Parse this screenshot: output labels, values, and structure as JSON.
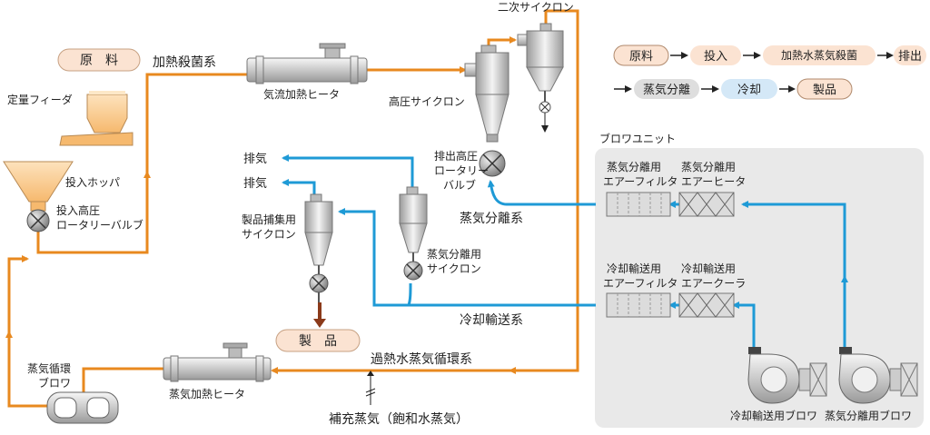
{
  "labels": {
    "raw_material": "原　料",
    "heat_sterilize_line": "加熱殺菌系",
    "flash_heater": "気流加熱ヒータ",
    "secondary_cyclone": "二次サイクロン",
    "high_pressure_cyclone": "高圧サイクロン",
    "metering_feeder": "定量フィーダ",
    "input_hopper": "投入ホッパ",
    "input_valve_1": "投入高圧",
    "input_valve_2": "ロータリーバルブ",
    "discharge_valve_1": "排出高圧",
    "discharge_valve_2": "ロータリー",
    "discharge_valve_3": "バルブ",
    "exhaust_1": "排気",
    "exhaust_2": "排気",
    "product_cyclone_1": "製品捕集用",
    "product_cyclone_2": "サイクロン",
    "steam_sep_line": "蒸気分離系",
    "steam_sep_cyclone_1": "蒸気分離用",
    "steam_sep_cyclone_2": "サイクロン",
    "cooling_line": "冷却輸送系",
    "product": "製　品",
    "superheated_loop": "過熱水蒸気循環系",
    "steam_blower_1": "蒸気循環",
    "steam_blower_2": "ブロワ",
    "steam_heater": "蒸気加熱ヒータ",
    "makeup_steam": "補充蒸気（飽和水蒸気）",
    "blower_unit": "ブロワユニット",
    "sep_filter_1": "蒸気分離用",
    "sep_filter_2": "エアーフィルタ",
    "sep_heater_1": "蒸気分離用",
    "sep_heater_2": "エアーヒータ",
    "cool_filter_1": "冷却輸送用",
    "cool_filter_2": "エアーフィルタ",
    "cool_cooler_1": "冷却輸送用",
    "cool_cooler_2": "エアークーラ",
    "cooling_blower": "冷却輸送用ブロワ",
    "sep_blower": "蒸気分離用ブロワ"
  },
  "flow": [
    {
      "label": "原料",
      "color": "#fbe3d2"
    },
    {
      "label": "投入",
      "color": "#fbe3d2"
    },
    {
      "label": "加熱水蒸気殺菌",
      "color": "#fbe3d2"
    },
    {
      "label": "排出",
      "color": "#fbe3d2"
    },
    {
      "label": "蒸気分離",
      "color": "#dedede"
    },
    {
      "label": "冷却",
      "color": "#d4e8f7"
    },
    {
      "label": "製品",
      "color": "#fbe3d2"
    }
  ],
  "colors": {
    "hot_line": "#e8891f",
    "cool_line": "#1e9ad6",
    "product_line": "#8b3a1a",
    "unit_bg": "#e9e9e9",
    "pill_peach": "#fbe3d2"
  }
}
